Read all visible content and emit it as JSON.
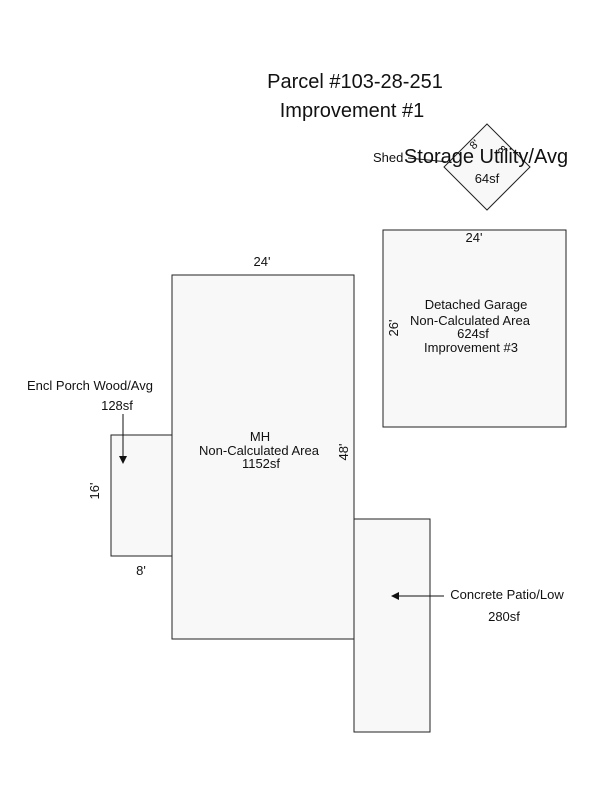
{
  "title": {
    "parcel": "Parcel #103-28-251",
    "improvement": "Improvement #1"
  },
  "shed": {
    "tag": "Shed",
    "name": "Storage Utility/Avg",
    "area": "64sf",
    "side_a": "8'",
    "side_b": "8'"
  },
  "garage": {
    "name": "Detached Garage",
    "type": "Non-Calculated Area",
    "area": "624sf",
    "improvement": "Improvement #3",
    "width": "24'",
    "depth": "26'"
  },
  "mh": {
    "name": "MH",
    "type": "Non-Calculated Area",
    "area": "1152sf",
    "width": "24'",
    "depth": "48'"
  },
  "porch": {
    "name": "Encl Porch Wood/Avg",
    "area": "128sf",
    "width": "8'",
    "depth": "16'"
  },
  "patio": {
    "name": "Concrete Patio/Low",
    "area": "280sf"
  }
}
